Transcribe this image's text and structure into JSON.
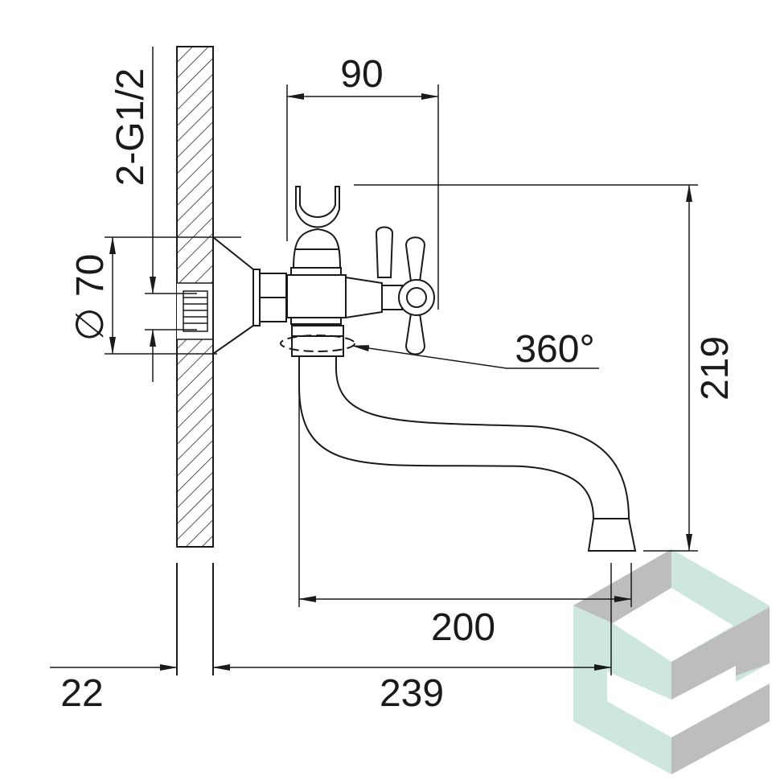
{
  "drawing": {
    "title": "Wall-mounted bath mixer dimensional drawing",
    "dimensions": {
      "handle_width": "90",
      "thread": "2-G1/2",
      "flange_diameter": "∅ 70",
      "swivel": "360°",
      "height": "219",
      "spout_reach": "200",
      "wall_thickness": "22",
      "total_projection": "239"
    },
    "logo": {
      "colors": {
        "light": "#cde6df",
        "grey": "#bdbdbd"
      }
    }
  }
}
